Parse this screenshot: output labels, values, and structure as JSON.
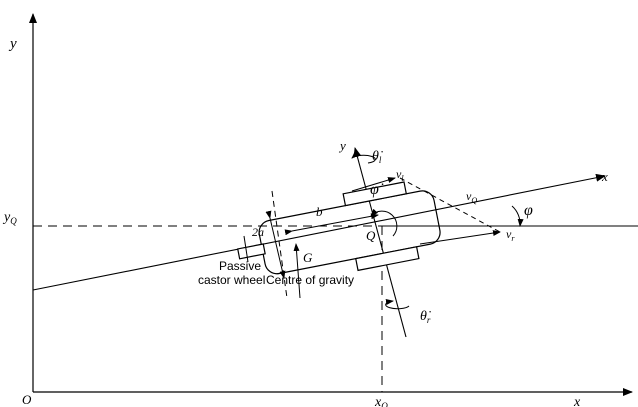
{
  "axes": {
    "origin": "O",
    "global_x": "x",
    "global_y": "y",
    "yq": "y",
    "yq_sub": "Q",
    "xq": "x",
    "xq_sub": "Q"
  },
  "robot": {
    "local_x": "x",
    "local_y": "y",
    "point_q": "Q",
    "point_g": "G",
    "dist_b": "b",
    "dist_2a": "2a",
    "vel_l": "v",
    "vel_l_sub": "l",
    "vel_q": "v",
    "vel_q_sub": "Q",
    "vel_r": "v",
    "vel_r_sub": "r",
    "phi": "φ",
    "phi_dot": "φ̇",
    "theta_l": "θ̇",
    "theta_l_sub": "l",
    "theta_r": "θ̇",
    "theta_r_sub": "r"
  },
  "annotations": {
    "castor_line1": "Passive",
    "castor_line2": "castor wheel",
    "cog": "Centre of gravity"
  }
}
